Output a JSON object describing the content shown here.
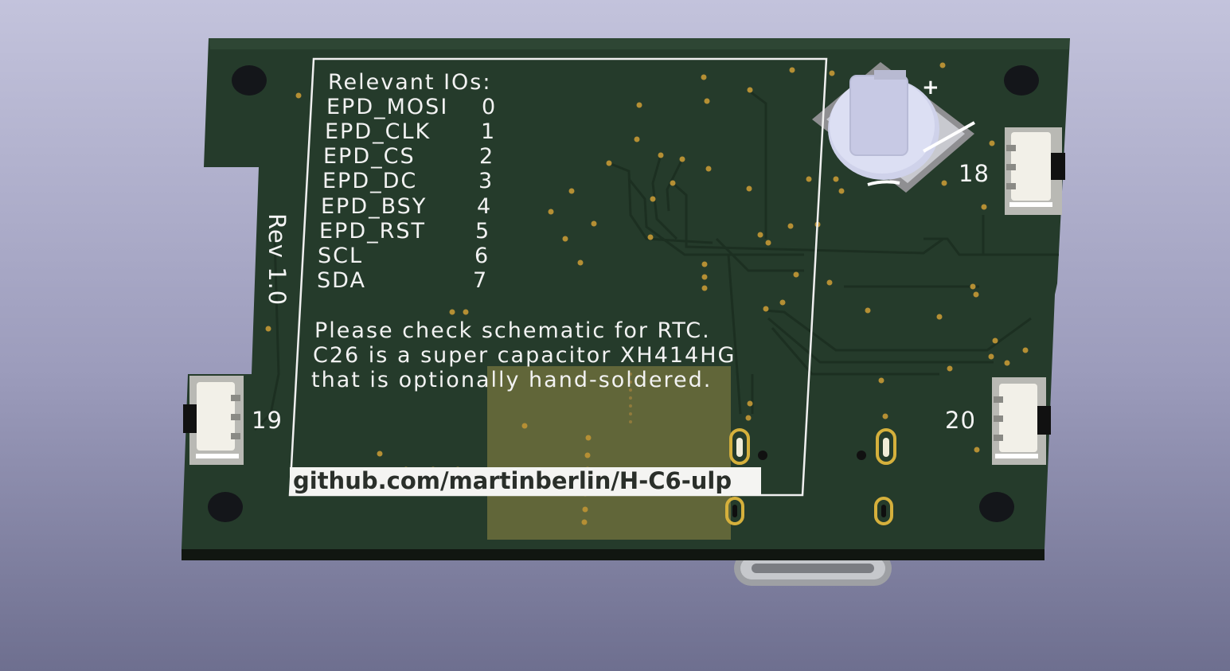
{
  "board": {
    "colors": {
      "background_top": "#c3c3dc",
      "background_bottom": "#6e6f8f",
      "board": "#253b2b",
      "board_edge": "#121712",
      "silkscreen": "#f2f2f2",
      "copper": "#c9a640",
      "trace": "#1f3325",
      "battery": "#d9dcef"
    },
    "silkscreen": {
      "io_heading": "Relevant IOs:",
      "io_table": [
        {
          "name": "EPD_MOSI",
          "pin": "0"
        },
        {
          "name": "EPD_CLK",
          "pin": "1"
        },
        {
          "name": "EPD_CS",
          "pin": "2"
        },
        {
          "name": "EPD_DC",
          "pin": "3"
        },
        {
          "name": "EPD_BSY",
          "pin": "4"
        },
        {
          "name": "EPD_RST",
          "pin": "5"
        },
        {
          "name": "SCL",
          "pin": "6"
        },
        {
          "name": "SDA",
          "pin": "7"
        }
      ],
      "notes": [
        "Please check schematic for RTC.",
        "C26 is a super capacitor XH414HG",
        "that is optionally hand-soldered."
      ],
      "url": "github.com/martinberlin/H-C6-ulp",
      "revision": "Rev 1.0",
      "connector_labels": [
        "18",
        "19",
        "20"
      ],
      "battery_polarity": "+"
    }
  }
}
